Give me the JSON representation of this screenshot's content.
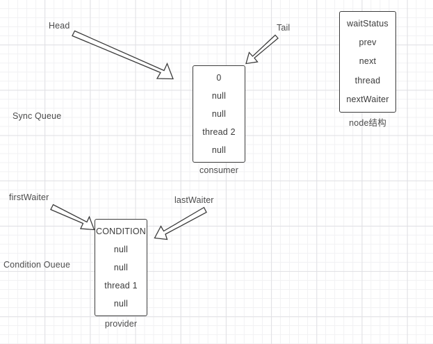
{
  "diagram": {
    "title_labels": {
      "sync_queue": "Sync Queue",
      "condition_queue": "Condition Oueue"
    },
    "pointers": {
      "head": "Head",
      "tail": "Tail",
      "first_waiter": "firstWaiter",
      "last_waiter": "lastWaiter"
    },
    "boxes": {
      "consumer": {
        "caption": "consumer",
        "fields": [
          "0",
          "null",
          "null",
          "thread 2",
          "null"
        ]
      },
      "provider": {
        "caption": "provider",
        "fields": [
          "CONDITION",
          "null",
          "null",
          "thread 1",
          "null"
        ]
      },
      "node_struct": {
        "caption": "node结构",
        "fields": [
          "waitStatus",
          "prev",
          "next",
          "thread",
          "nextWaiter"
        ]
      }
    },
    "colors": {
      "box_border": "#3b3b3b",
      "text": "#3a3a3a",
      "label_text": "#4c4c4c",
      "grid_minor": "#f1f1f3",
      "grid_major": "#e0e0e4",
      "background": "#ffffff",
      "arrow_fill": "#ffffff",
      "arrow_stroke": "#3b3b3b"
    }
  }
}
